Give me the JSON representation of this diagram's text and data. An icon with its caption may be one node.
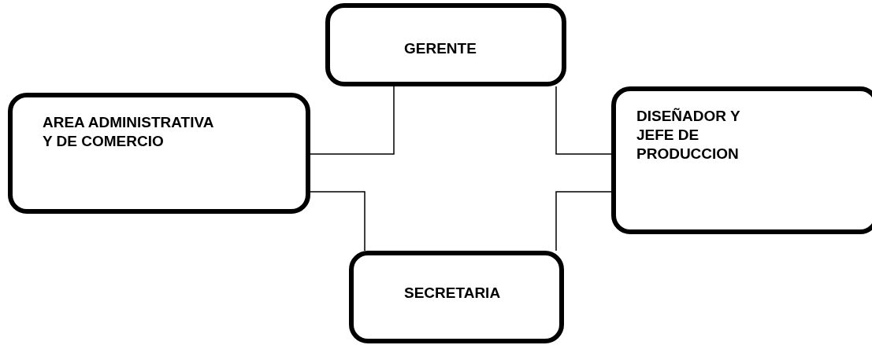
{
  "diagram": {
    "nodes": [
      {
        "text": [
          "GERENTE"
        ]
      },
      {
        "text": [
          "AREA ADMINISTRATIVA Y DE COMERCIO"
        ]
      },
      {
        "text": [
          "DISEÑADOR Y JEFE DE PRODUCCION"
        ]
      },
      {
        "text": [
          "SECRETARIA"
        ]
      }
    ],
    "edges": [
      {
        "from": 0,
        "to": 1,
        "arrow": "none"
      },
      {
        "from": 0,
        "to": 2,
        "arrow": "none"
      },
      {
        "from": 1,
        "to": 3,
        "arrow": "none"
      },
      {
        "from": 2,
        "to": 3,
        "arrow": "none"
      }
    ]
  }
}
